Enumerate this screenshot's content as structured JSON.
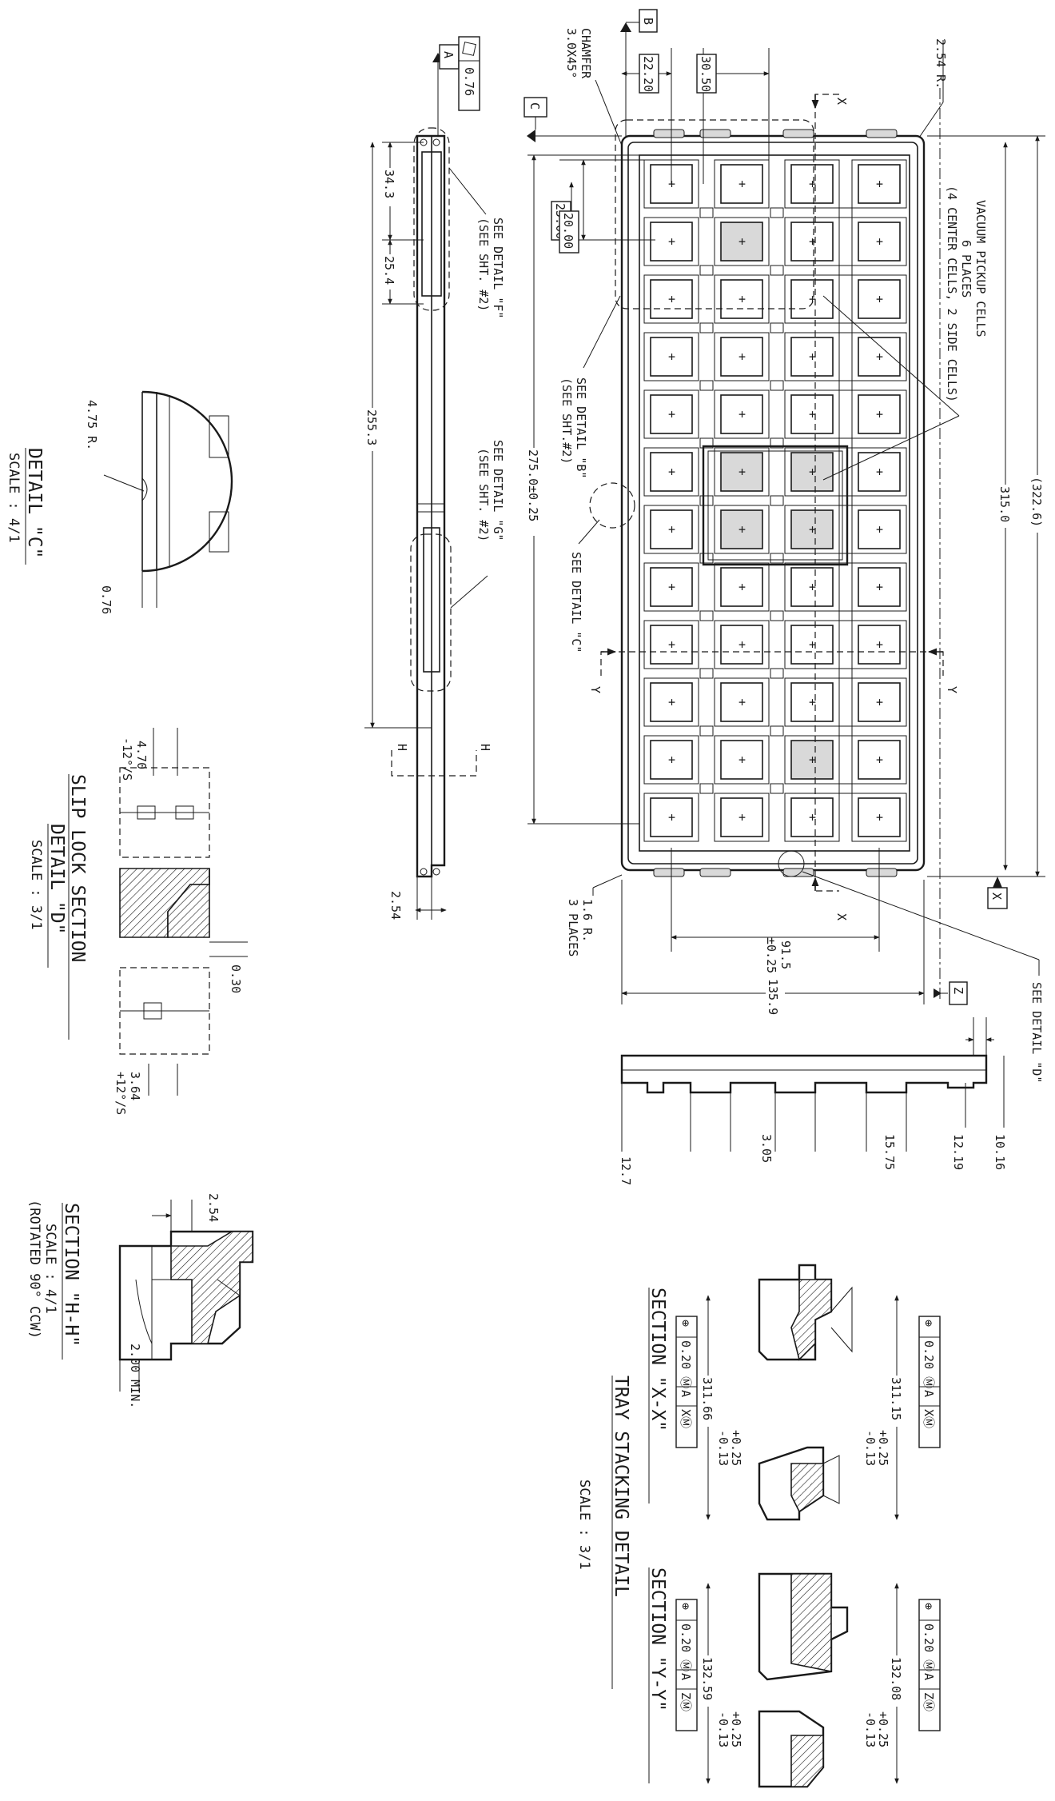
{
  "top_view": {
    "datum_b": "B",
    "datum_c": "C",
    "datum_x": "X",
    "datum_z": "Z",
    "chamfer_label": "CHAMFER",
    "chamfer_value": "3.0X45°",
    "dim_22_20": "22.20",
    "dim_30_50": "30.50",
    "dim_25_00": "25.00",
    "dim_20_00": "20.00",
    "radius_2_54": "2.54 R.",
    "vacuum_line1": "VACUUM PICKUP CELLS",
    "vacuum_line2": "6 PLACES",
    "vacuum_line3": "(4 CENTER CELLS, 2 SIDE CELLS)",
    "dim_322_6": "(322.6)",
    "dim_315_0": "315.0",
    "dim_275": "275.0±0.25",
    "see_detail_b_1": "SEE DETAIL \"B\"",
    "see_detail_b_2": "(SEE SHT.#2)",
    "see_detail_c": "SEE DETAIL \"C\"",
    "see_detail_d": "SEE DETAIL \"D\"",
    "radius_1_6_line1": "1.6 R.",
    "radius_1_6_line2": "3 PLACES",
    "dim_91_5_line1": "91.5",
    "dim_91_5_line2": "±0.25",
    "dim_135_9": "135.9",
    "section_mark_x": "X",
    "section_mark_y": "Y",
    "cell_marker": "+"
  },
  "side_view": {
    "datum_a": "A",
    "flatness_value": "0.76",
    "dim_34_3": "34.3",
    "dim_25_4": "25.4",
    "dim_255_3": "255.3",
    "dim_2_54": "2.54",
    "see_detail_f_1": "SEE DETAIL \"F\"",
    "see_detail_f_2": "(SEE SHT. #2)",
    "see_detail_g_1": "SEE DETAIL \"G\"",
    "see_detail_g_2": "(SEE SHT. #2)",
    "section_mark_h": "H"
  },
  "end_view": {
    "dim_12_7": "12.7",
    "dim_3_05": "3.05",
    "dim_15_75": "15.75",
    "dim_12_19": "12.19",
    "dim_10_16": "10.16"
  },
  "detail_c": {
    "radius": "4.75 R.",
    "thickness": "0.76",
    "title": "DETAIL \"C\"",
    "scale": "SCALE : 4/1"
  },
  "detail_d": {
    "dim_4_70": "4.70",
    "angle_minus": "-12°/S",
    "dim_3_64": "3.64",
    "angle_plus": "+12°/S",
    "dim_0_30": "0.30",
    "title1": "SLIP LOCK SECTION",
    "title2": "DETAIL \"D\"",
    "scale": "SCALE : 3/1"
  },
  "section_hh": {
    "dim_2_54": "2.54",
    "dim_min": "2.00 MIN.",
    "title": "SECTION \"H-H\"",
    "scale": "SCALE : 4/1",
    "note": "(ROTATED 90° CCW)"
  },
  "stacking": {
    "fcf_pos": "⊕",
    "fcf_tol": "0.20",
    "fcf_mod": "Ⓜ",
    "fcf_a": "A",
    "fcf_x": "XⓂ",
    "fcf_z": "ZⓂ",
    "dim_311_15": "311.15",
    "dim_311_66": "311.66",
    "dim_132_08": "132.08",
    "dim_132_59": "132.59",
    "tol_plus": "+0.25",
    "tol_minus": "-0.13",
    "section_xx": "SECTION \"X-X\"",
    "section_yy": "SECTION \"Y-Y\"",
    "title": "TRAY STACKING DETAIL",
    "scale": "SCALE : 3/1"
  }
}
